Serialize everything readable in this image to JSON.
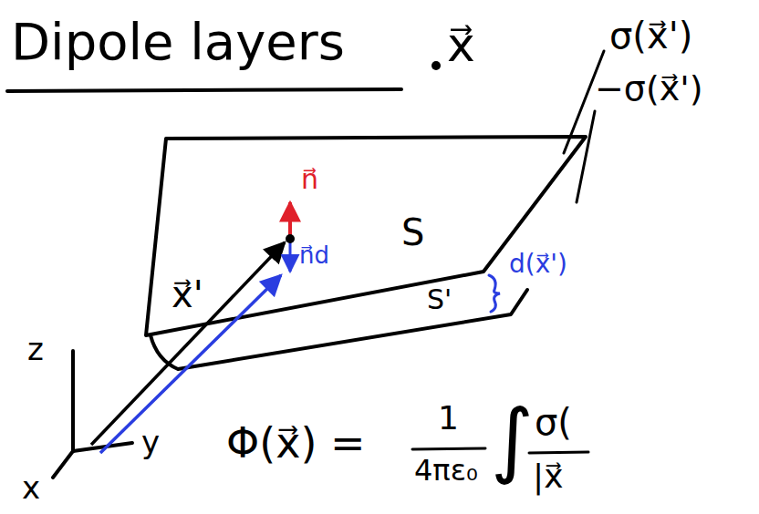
{
  "diagram": {
    "title": "Dipole layers",
    "labels": [
      "x⃗",
      "σ(x⃗')",
      "−σ(x⃗')",
      "n⃗",
      "x⃗'",
      "n⃗d",
      "S",
      "S'",
      "d(x⃗')",
      "z",
      "y",
      "x",
      "Φ(x⃗) =",
      "1",
      "4πε₀",
      "∫",
      "σ(",
      "|x⃗"
    ]
  }
}
